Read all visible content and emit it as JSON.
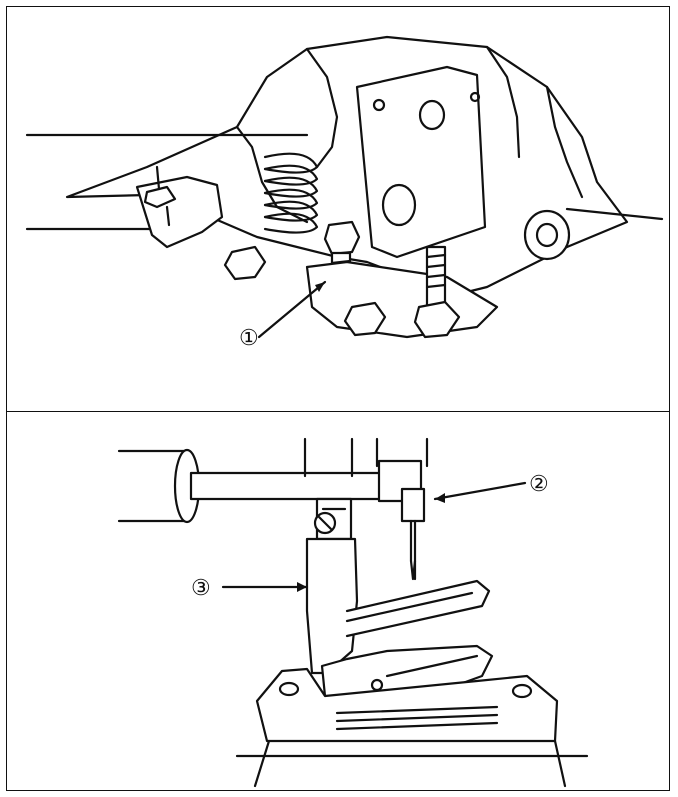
{
  "figure": {
    "top_panel": {
      "callouts": [
        {
          "id": "1",
          "label": "①"
        }
      ]
    },
    "bottom_panel": {
      "callouts": [
        {
          "id": "2",
          "label": "②"
        },
        {
          "id": "3",
          "label": "③"
        }
      ]
    }
  },
  "colors": {
    "line": "#111111",
    "background": "#ffffff"
  }
}
